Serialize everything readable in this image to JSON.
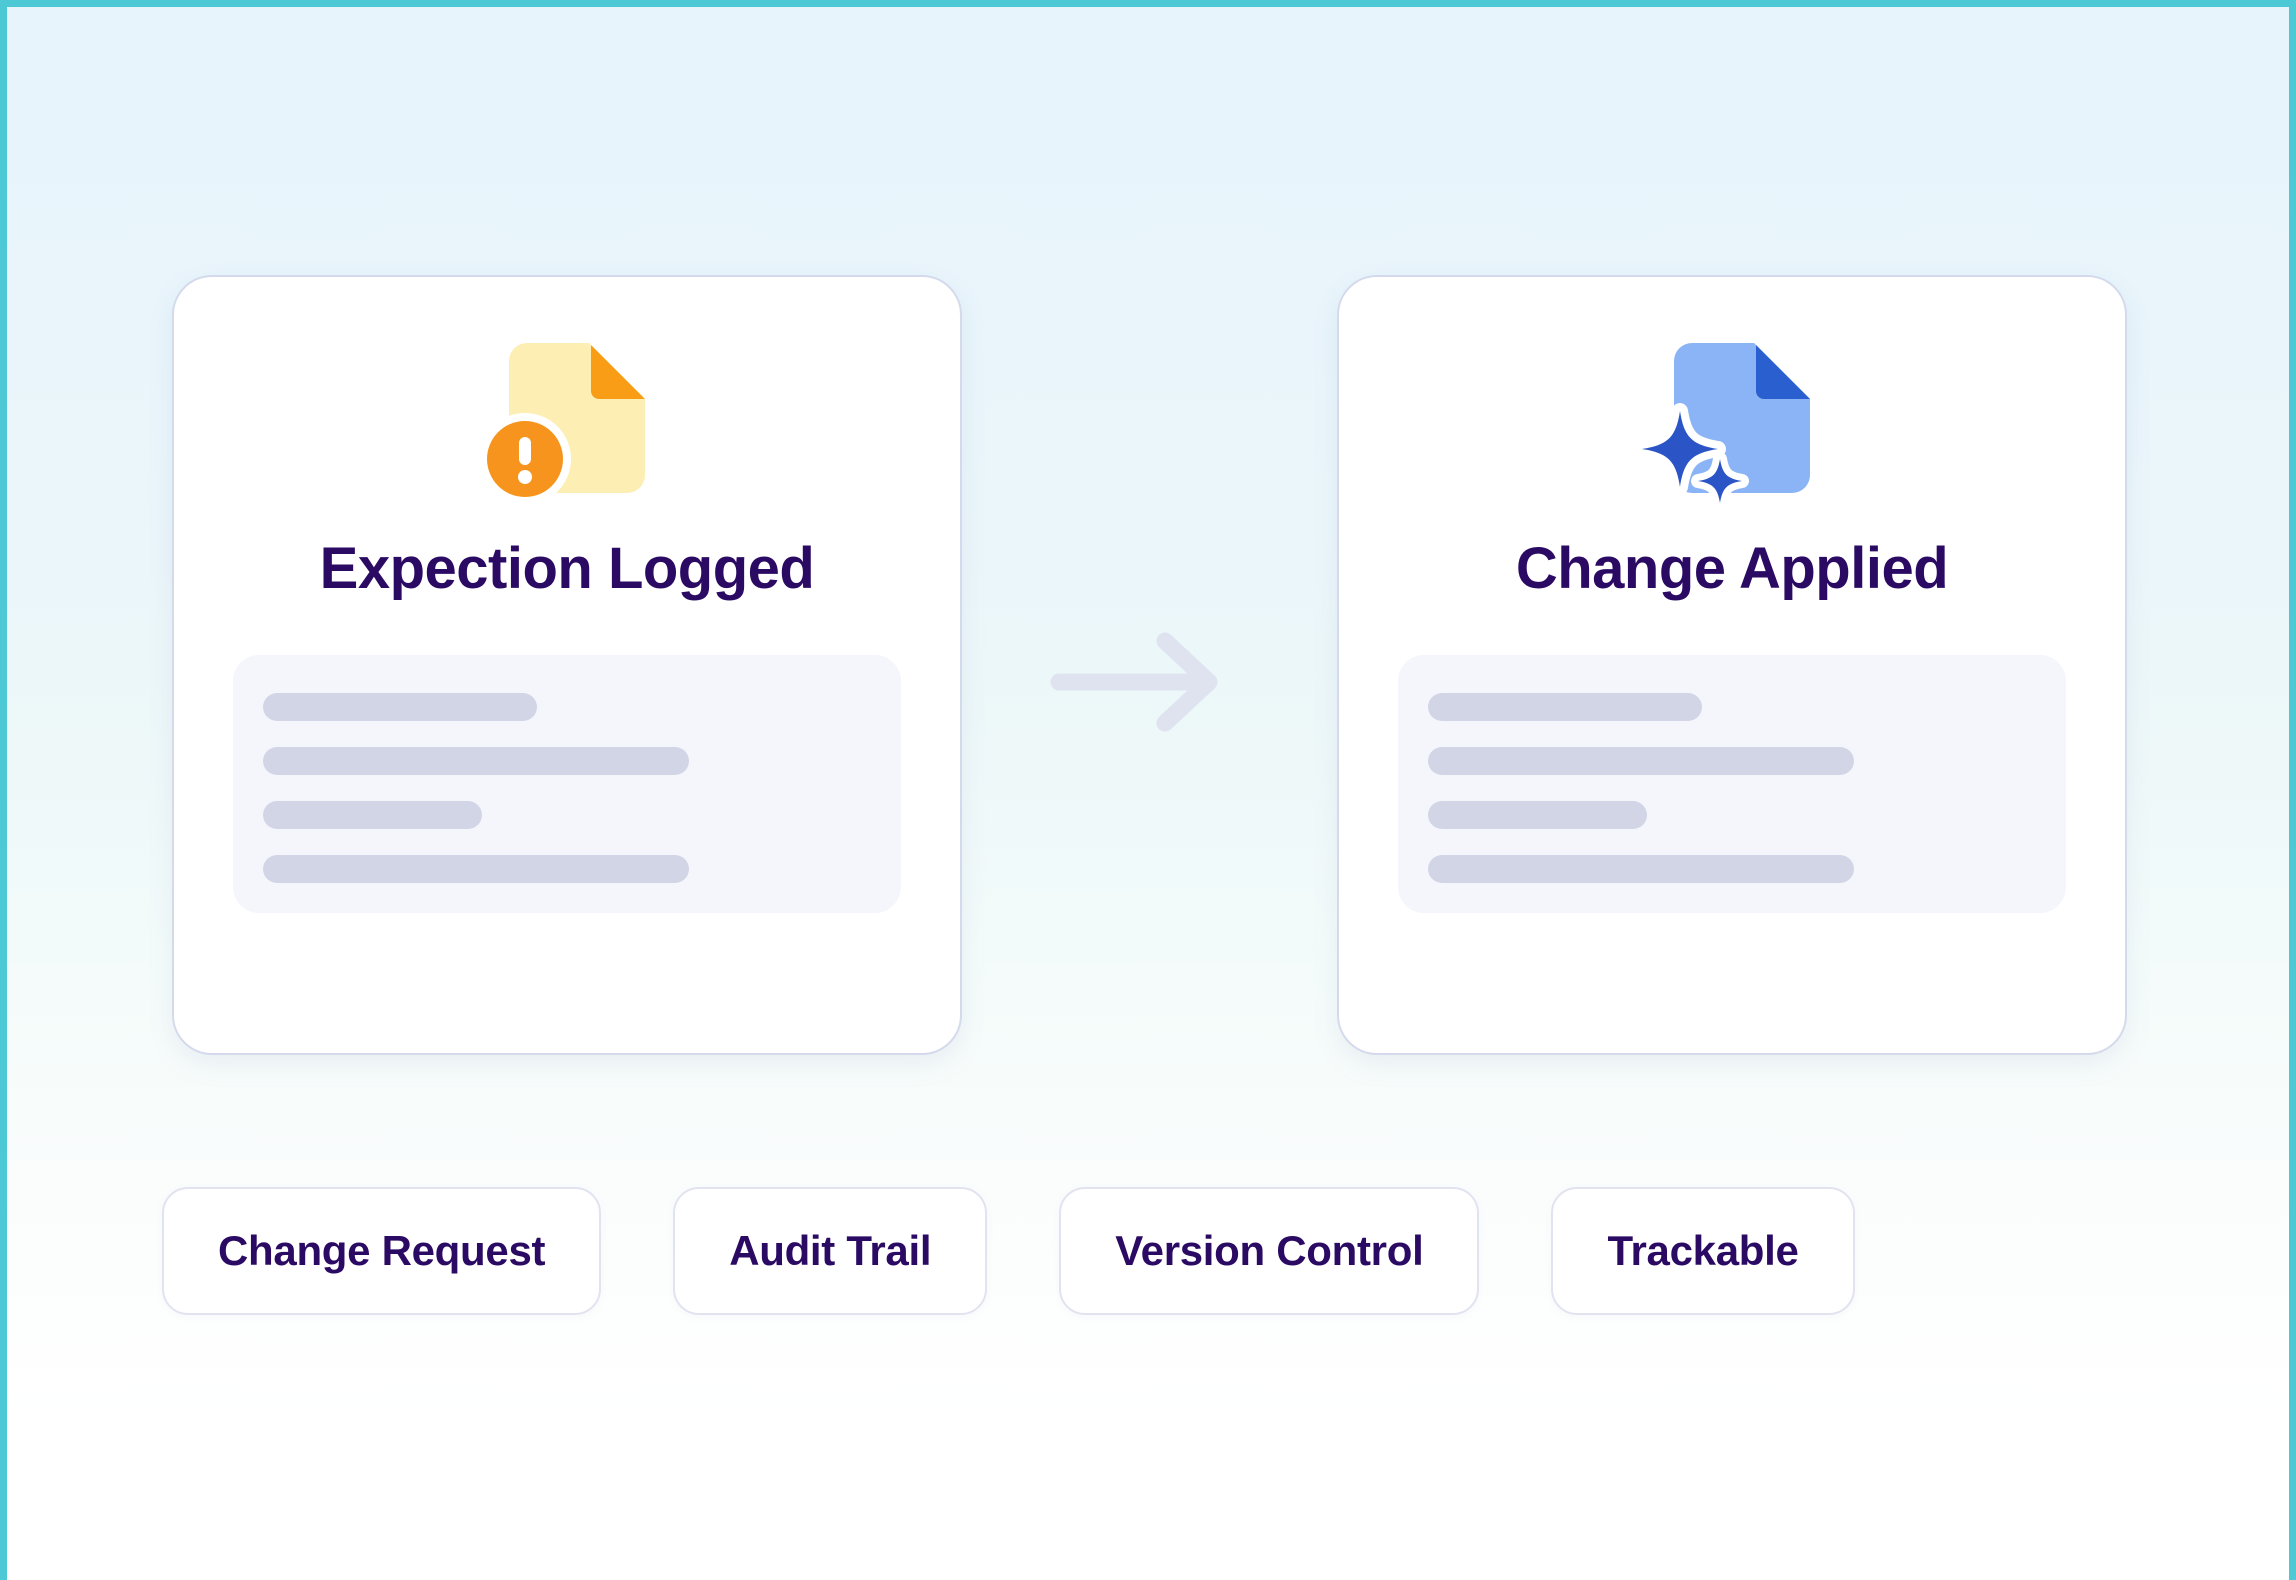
{
  "theme": {
    "frame_border_color": "#4cc9d4",
    "background_top_color": "#e7f4fb",
    "background_bottom_color": "#ffffff",
    "heading_color": "#2b0a63",
    "card_border_color": "#d4d9ec",
    "skeleton_panel_color": "#f5f6fb",
    "skeleton_bar_color": "#d2d5e6",
    "arrow_color": "#dfe3ef",
    "warning_doc_body_color": "#fdeeb4",
    "warning_doc_fold_color": "#f99d17",
    "warning_badge_color": "#f7941d",
    "applied_doc_body_color": "#8ab4f5",
    "applied_doc_fold_color": "#2a5fd0",
    "sparkle_color": "#2b55c7"
  },
  "cards": [
    {
      "id": "exception-logged",
      "icon": "warning-document-icon",
      "title": "Expection Logged",
      "skeleton_bars": [
        {
          "width_pct": 45
        },
        {
          "width_pct": 70
        },
        {
          "width_pct": 36
        },
        {
          "width_pct": 70
        }
      ]
    },
    {
      "id": "change-applied",
      "icon": "sparkle-document-icon",
      "title": "Change Applied",
      "skeleton_bars": [
        {
          "width_pct": 45
        },
        {
          "width_pct": 70
        },
        {
          "width_pct": 36
        },
        {
          "width_pct": 70
        }
      ]
    }
  ],
  "connector": {
    "icon": "arrow-right-icon",
    "direction": "right"
  },
  "pills": [
    {
      "label": "Change Request"
    },
    {
      "label": "Audit Trail"
    },
    {
      "label": "Version Control"
    },
    {
      "label": "Trackable"
    }
  ]
}
